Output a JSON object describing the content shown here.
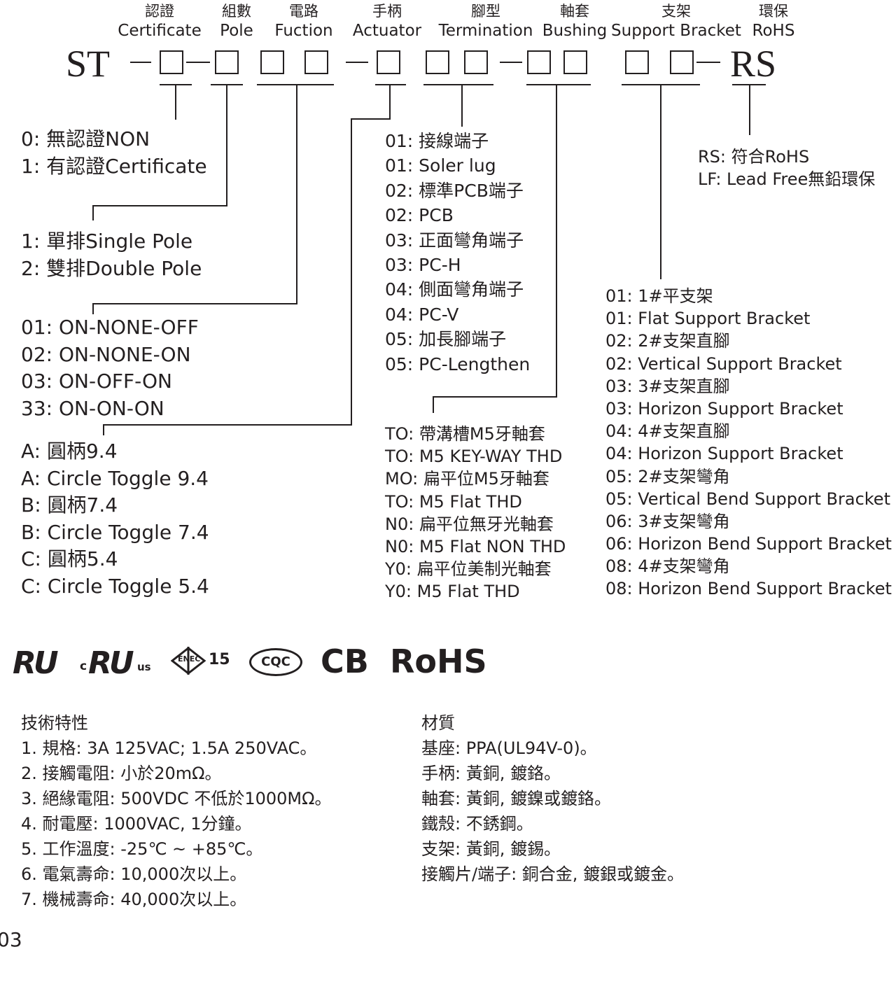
{
  "header": {
    "prefix": "ST",
    "suffix": "RS",
    "fields": [
      {
        "cn": "認證",
        "en": "Certificate"
      },
      {
        "cn": "組數",
        "en": "Pole"
      },
      {
        "cn": "電路",
        "en": "Fuction"
      },
      {
        "cn": "手柄",
        "en": "Actuator"
      },
      {
        "cn": "腳型",
        "en": "Termination"
      },
      {
        "cn": "軸套",
        "en": "Bushing"
      },
      {
        "cn": "支架",
        "en": "Support Bracket"
      },
      {
        "cn": "環保",
        "en": "RoHS"
      }
    ]
  },
  "certificate_options": [
    "0: 無認證NON",
    "1: 有認證Certificate"
  ],
  "pole_options": [
    "1: 單排Single Pole",
    "2: 雙排Double Pole"
  ],
  "function_options": [
    "01: ON-NONE-OFF",
    "02: ON-NONE-ON",
    "03: ON-OFF-ON",
    "33: ON-ON-ON"
  ],
  "actuator_options": [
    "A: 圓柄9.4",
    "A: Circle Toggle 9.4",
    "B: 圓柄7.4",
    "B: Circle Toggle 7.4",
    "C: 圓柄5.4",
    "C: Circle Toggle 5.4"
  ],
  "termination_options": [
    "01: 接線端子",
    "01: Soler lug",
    "02: 標準PCB端子",
    "02: PCB",
    "03: 正面彎角端子",
    "03: PC-H",
    "04: 側面彎角端子",
    "04: PC-V",
    "05: 加長腳端子",
    "05: PC-Lengthen"
  ],
  "bushing_options": [
    "TO: 帶溝槽M5牙軸套",
    "TO: M5 KEY-WAY THD",
    "MO: 扁平位M5牙軸套",
    "TO: M5 Flat THD",
    "N0: 扁平位無牙光軸套",
    "N0: M5 Flat NON THD",
    "Y0: 扁平位美制光軸套",
    "Y0: M5 Flat THD"
  ],
  "bracket_options": [
    "01: 1#平支架",
    "01: Flat Support Bracket",
    "02: 2#支架直腳",
    "02: Vertical Support Bracket",
    "03: 3#支架直腳",
    "03: Horizon Support Bracket",
    "04: 4#支架直腳",
    "04: Horizon Support Bracket",
    "05: 2#支架彎角",
    "05: Vertical Bend Support Bracket",
    "06: 3#支架彎角",
    "06: Horizon Bend Support Bracket",
    "08: 4#支架彎角",
    "08: Horizon Bend Support Bracket"
  ],
  "rohs_options": [
    "RS: 符合RoHS",
    "LF: Lead Free無鉛環保"
  ],
  "logos": {
    "ul": "RU",
    "cul_c": "c",
    "cul_mark": "RU",
    "cul_us": "us",
    "enec": "ENEC",
    "enec_num": "15",
    "cqc": "CQC",
    "cb": "CB",
    "rohs": "RoHS"
  },
  "technical": {
    "title": "技術特性",
    "items": [
      "1. 規格: 3A 125VAC; 1.5A 250VAC。",
      "2. 接觸電阻: 小於20mΩ。",
      "3. 絕緣電阻: 500VDC 不低於1000MΩ。",
      "4. 耐電壓: 1000VAC, 1分鐘。",
      "5. 工作溫度: -25℃ ~ +85℃。",
      "6. 電氣壽命: 10,000次以上。",
      "7. 機械壽命: 40,000次以上。"
    ]
  },
  "material": {
    "title": "材質",
    "items": [
      "基座: PPA(UL94V-0)。",
      "手柄: 黃銅, 鍍鉻。",
      "軸套: 黃銅, 鍍鎳或鍍鉻。",
      "鐵殼: 不銹鋼。",
      "支架: 黃銅, 鍍錫。",
      "接觸片/端子: 銅合金, 鍍銀或鍍金。"
    ]
  },
  "page_number": "03"
}
